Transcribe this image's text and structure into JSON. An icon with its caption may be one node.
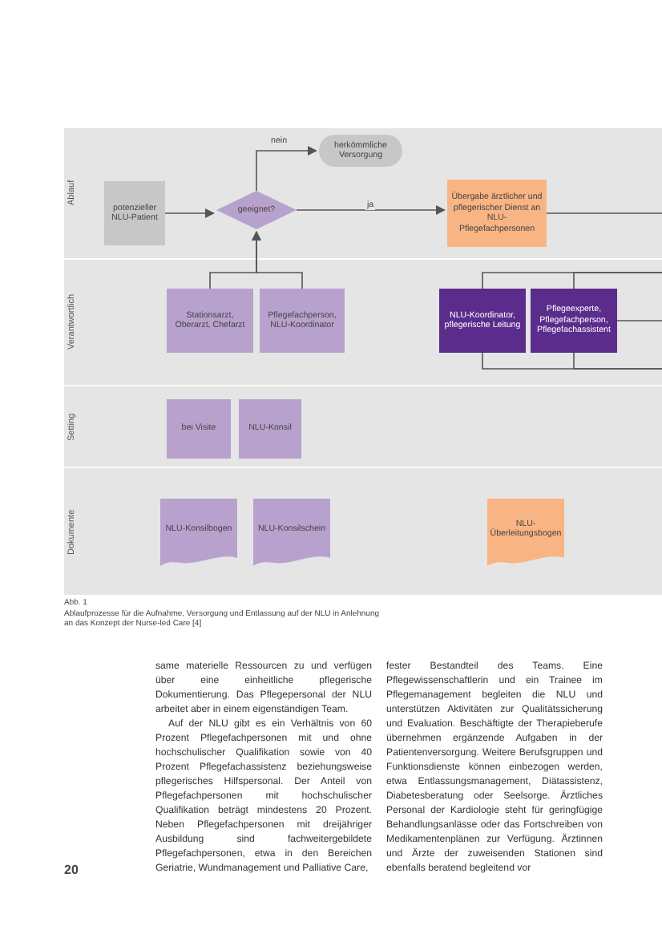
{
  "diagram": {
    "caption": "Ablaufprozesse für die Aufnahme, Versorgung und Entlassung auf der NLU in Anlehnung an das Konzept der Nurse-led Care [4]",
    "nodes": [
      {
        "text": [
          "Ablauf"
        ]
      },
      {
        "text": [
          "potenzieller NLU-Patient"
        ],
        "in": 0
      },
      {
        "text": [
          "geeignet?"
        ],
        "in": 0
      },
      {
        "text": [
          "herkömmliche Versorgung"
        ],
        "in": 0
      },
      {
        "text": [
          "Übergabe ärztlicher und pflegerischer Dienst an NLU-Pflegefachpersonen"
        ],
        "in": 0
      },
      {
        "text": [
          "Verantwortlich"
        ]
      },
      {
        "text": [
          "Stationsarzt, Oberarzt, Chefarzt"
        ],
        "in": 5
      },
      {
        "text": [
          "Pflegefachperson, NLU-Koordinator"
        ],
        "in": 5
      },
      {
        "text": [
          "NLU-Koordinator, pflegerische Leitung"
        ],
        "in": 5
      },
      {
        "text": [
          "Pflegeexperte, Pflegefachperson, Pflegefachassistent"
        ],
        "in": 5
      },
      {
        "text": [
          "Setting"
        ]
      },
      {
        "text": [
          "bei Visite"
        ],
        "in": 10
      },
      {
        "text": [
          "NLU-Konsil"
        ],
        "in": 10
      },
      {
        "text": [
          "Dokumente"
        ]
      },
      {
        "text": [
          "NLU-Konsilbogen"
        ],
        "in": 13
      },
      {
        "text": [
          "NLU-Konsilschein"
        ],
        "in": 13
      },
      {
        "text": [
          "NLU-Überleitungsbogen"
        ],
        "in": 13
      }
    ],
    "edges": [
      {
        "from": 1,
        "to": 2,
        "arrow": "to"
      },
      {
        "from": 2,
        "to": 3,
        "arrow": "to",
        "label": "nein"
      },
      {
        "from": 2,
        "to": 4,
        "arrow": "to",
        "label": "ja"
      },
      {
        "from": 6,
        "to": 2,
        "arrow": "to"
      },
      {
        "from": 7,
        "to": 2,
        "arrow": "to"
      },
      {
        "from": 4,
        "to": null,
        "arrow": "none"
      },
      {
        "from": 8,
        "to": null,
        "arrow": "none"
      },
      {
        "from": 9,
        "to": null,
        "arrow": "none"
      },
      {
        "from": 9,
        "to": null,
        "arrow": "none"
      },
      {
        "from": 8,
        "to": null,
        "arrow": "none"
      },
      {
        "from": 9,
        "to": null,
        "arrow": "none"
      }
    ],
    "labels": [
      "Abb. 1",
      "same materielle Ressourcen zu und verfügen über eine einheitliche pflegerische Dokumentierung. Das Pflegepersonal der NLU arbeitet aber in einem eigenständigen Team.",
      "Auf der NLU gibt es ein Verhältnis von 60 Prozent Pflegefachpersonen mit und ohne hochschulischer Qualifikation sowie von 40 Prozent Pflegefachassistenz beziehungsweise pflegerisches Hilfspersonal. Der Anteil von Pflegefachpersonen mit hochschulischer Qualifikation beträgt mindestens 20 Prozent. Neben Pflegefachpersonen mit dreijähriger Ausbildung sind fachweitergebildete Pflegefachpersonen, etwa in den Bereichen Geriatrie, Wundmanagement und Palliative Care,",
      "fester Bestandteil des Teams. Eine Pflegewissenschaftlerin und ein Trainee im Pflegemanagement begleiten die NLU und unterstützen Aktivitäten zur Qualitätssicherung und Evaluation. Beschäftigte der Therapieberufe übernehmen ergänzende Aufgaben in der Patientenversorgung. Weitere Berufsgruppen und Funktionsdienste können einbezogen werden, etwa Entlassungsmanagement, Diätassistenz, Diabetesberatung oder Seelsorge. Ärztliches Personal der Kardiologie steht für geringfügige Behandlungsanlässe oder das Fortschreiben von Medikamentenplänen zur Verfügung. Ärztinnen und Ärzte der zuweisenden Stationen sind ebenfalls beratend begleitend vor",
      "20"
    ]
  }
}
